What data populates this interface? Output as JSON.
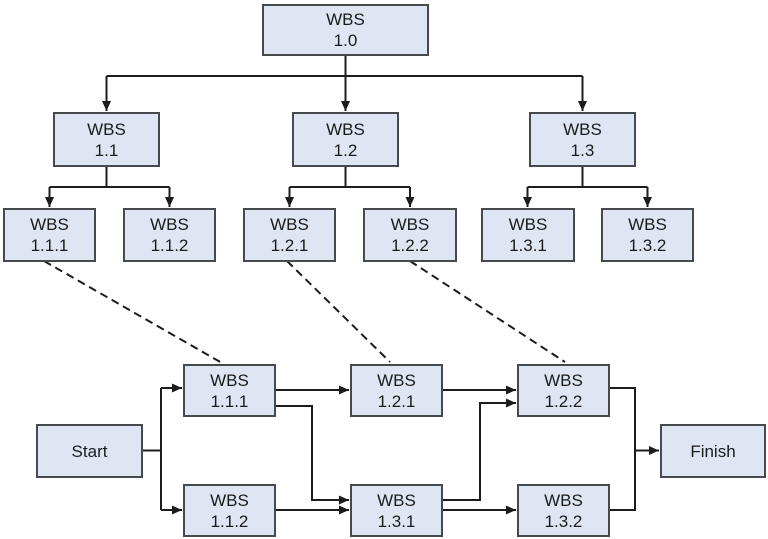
{
  "diagram": {
    "description_visible_text_only": true,
    "palette": {
      "background": "#ffffff",
      "box_fill": "#dde6f2",
      "box_border": "#46494e",
      "connector": "#1c1c1c"
    }
  },
  "tree": {
    "nodes": [
      {
        "id": "1.0",
        "label": "WBS\n1.0"
      },
      {
        "id": "1.1",
        "label": "WBS\n1.1"
      },
      {
        "id": "1.2",
        "label": "WBS\n1.2"
      },
      {
        "id": "1.3",
        "label": "WBS\n1.3"
      },
      {
        "id": "1.1.1",
        "label": "WBS\n1.1.1"
      },
      {
        "id": "1.1.2",
        "label": "WBS\n1.1.2"
      },
      {
        "id": "1.2.1",
        "label": "WBS\n1.2.1"
      },
      {
        "id": "1.2.2",
        "label": "WBS\n1.2.2"
      },
      {
        "id": "1.3.1",
        "label": "WBS\n1.3.1"
      },
      {
        "id": "1.3.2",
        "label": "WBS\n1.3.2"
      }
    ],
    "edges": [
      [
        "1.0",
        "1.1"
      ],
      [
        "1.0",
        "1.2"
      ],
      [
        "1.0",
        "1.3"
      ],
      [
        "1.1",
        "1.1.1"
      ],
      [
        "1.1",
        "1.1.2"
      ],
      [
        "1.2",
        "1.2.1"
      ],
      [
        "1.2",
        "1.2.2"
      ],
      [
        "1.3",
        "1.3.1"
      ],
      [
        "1.3",
        "1.3.2"
      ]
    ]
  },
  "network": {
    "nodes": [
      {
        "id": "start",
        "label": "Start"
      },
      {
        "id": "1.1.1",
        "label": "WBS\n1.1.1"
      },
      {
        "id": "1.1.2",
        "label": "WBS\n1.1.2"
      },
      {
        "id": "1.2.1",
        "label": "WBS\n1.2.1"
      },
      {
        "id": "1.3.1",
        "label": "WBS\n1.3.1"
      },
      {
        "id": "1.2.2",
        "label": "WBS\n1.2.2"
      },
      {
        "id": "1.3.2",
        "label": "WBS\n1.3.2"
      },
      {
        "id": "finish",
        "label": "Finish"
      }
    ],
    "edges": [
      [
        "Start",
        "1.1.1"
      ],
      [
        "Start",
        "1.1.2"
      ],
      [
        "1.1.1",
        "1.2.1"
      ],
      [
        "1.1.1",
        "1.3.1"
      ],
      [
        "1.1.2",
        "1.3.1"
      ],
      [
        "1.2.1",
        "1.2.2"
      ],
      [
        "1.3.1",
        "1.2.2"
      ],
      [
        "1.3.1",
        "1.3.2"
      ],
      [
        "1.2.2",
        "Finish"
      ],
      [
        "1.3.2",
        "Finish"
      ]
    ],
    "dashed_links": [
      [
        "tree:1.1.1",
        "network:1.1.1"
      ],
      [
        "tree:1.2.1",
        "network:1.2.1"
      ],
      [
        "tree:1.2.2",
        "network:1.2.2"
      ]
    ]
  }
}
